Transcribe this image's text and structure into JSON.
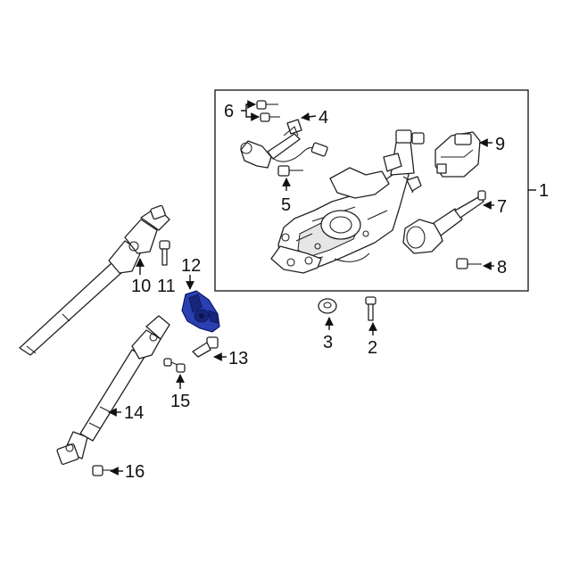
{
  "diagram": {
    "callouts": {
      "c1": "1",
      "c2": "2",
      "c3": "3",
      "c4": "4",
      "c5": "5",
      "c6": "6",
      "c7": "7",
      "c8": "8",
      "c9": "9",
      "c10": "10",
      "c11": "11",
      "c12": "12",
      "c13": "13",
      "c14": "14",
      "c15": "15",
      "c16": "16"
    },
    "highlight_color": "#2a3fb0",
    "highlighted_part": "12"
  }
}
